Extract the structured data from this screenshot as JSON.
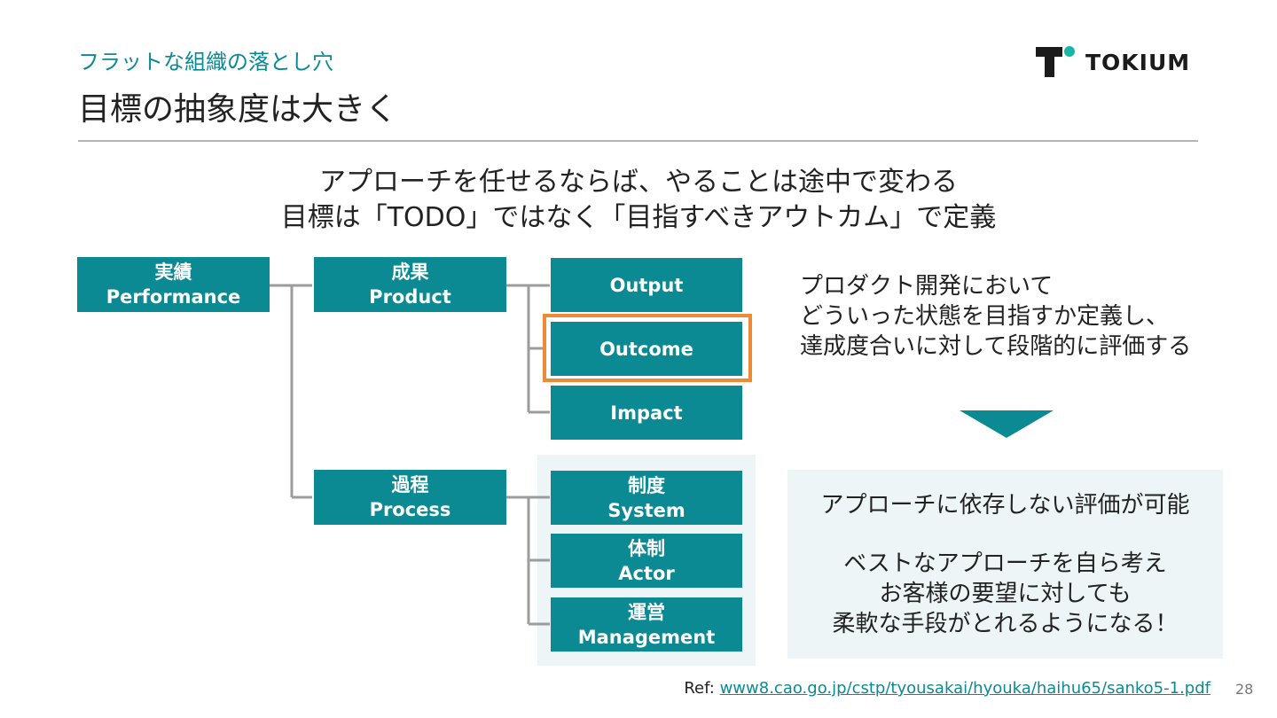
{
  "header": {
    "section_title": "フラットな組織の落とし穴",
    "slide_title": "目標の抽象度は大きく",
    "logo_text": "TOKIUM",
    "accent_color": "#0b8a93"
  },
  "subtitle": {
    "line1": "アプローチを任せるならば、やることは途中で変わる",
    "line2": "目標は「TODO」ではなく「目指すべきアウトカム」で定義"
  },
  "tree": {
    "root": {
      "ja": "実績",
      "en": "Performance"
    },
    "product": {
      "ja": "成果",
      "en": "Product"
    },
    "process": {
      "ja": "過程",
      "en": "Process"
    },
    "output": "Output",
    "outcome": "Outcome",
    "impact": "Impact",
    "system": {
      "ja": "制度",
      "en": "System"
    },
    "actor": {
      "ja": "体制",
      "en": "Actor"
    },
    "management": {
      "ja": "運営",
      "en": "Management"
    },
    "highlight_color": "#ee8a36"
  },
  "explanation": {
    "line1": "プロダクト開発において",
    "line2": "どういった状態を目指すか定義し、",
    "line3": "達成度合いに対して段階的に評価する"
  },
  "result": {
    "line1": "アプローチに依存しない評価が可能",
    "line2": "ベストなアプローチを自ら考え",
    "line3": "お客様の要望に対しても",
    "line4": "柔軟な手段がとれるようになる！"
  },
  "footer": {
    "ref_label": "Ref: ",
    "ref_link": "www8.cao.go.jp/cstp/tyousakai/hyouka/haihu65/sanko5-1.pdf",
    "page_number": "28"
  }
}
